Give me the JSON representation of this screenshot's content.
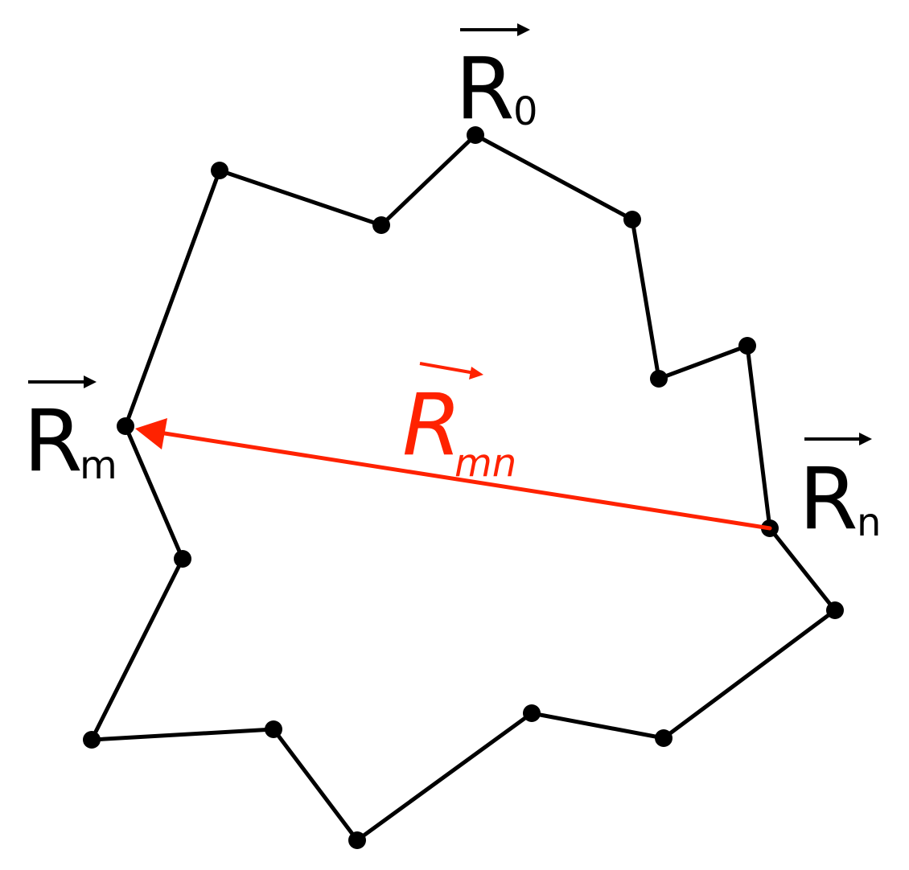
{
  "labels": {
    "r0": {
      "main": "R",
      "sub": "0"
    },
    "rm": {
      "main": "R",
      "sub": "m"
    },
    "rn": {
      "main": "R",
      "sub": "n"
    },
    "rmn": {
      "main": "R",
      "sub": "mn"
    }
  },
  "colors": {
    "chain": "#000000",
    "vector": "#ff2200",
    "background": "#ffffff"
  }
}
